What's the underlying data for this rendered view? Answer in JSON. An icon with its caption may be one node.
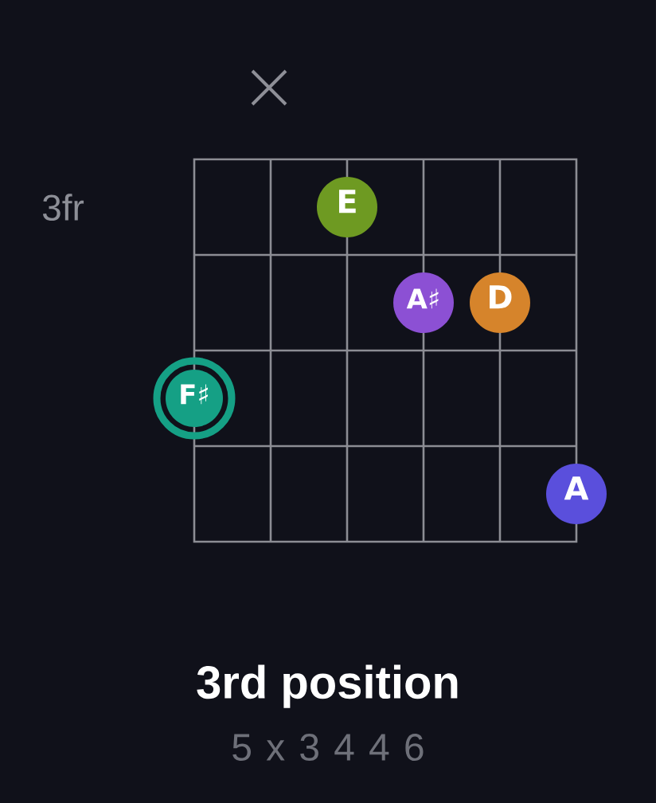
{
  "diagram": {
    "title": "3rd position",
    "caption": "5 x 3 4 4 6",
    "nodes": [
      {
        "text": [
          "E"
        ]
      },
      {
        "text": [
          "A♯"
        ]
      },
      {
        "text": [
          "D"
        ]
      },
      {
        "text": [
          "F♯"
        ]
      },
      {
        "text": [
          "A"
        ]
      }
    ],
    "labels": [
      "3fr"
    ]
  }
}
